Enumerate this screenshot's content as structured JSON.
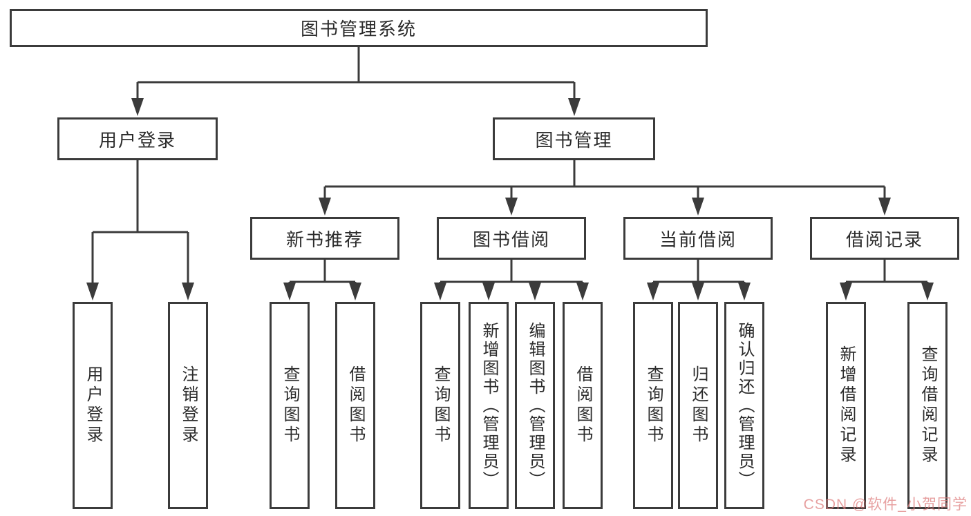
{
  "diagram": {
    "type": "hierarchy-tree",
    "colors": {
      "line": "#3b3b3b",
      "box_border": "#3b3b3b",
      "box_fill": "#ffffff",
      "text": "#2b2b2b",
      "background": "#ffffff",
      "watermark": "#de7d7d"
    },
    "nodes": {
      "root": {
        "label": "图书管理系统",
        "level": 1
      },
      "user_login": {
        "label": "用户登录",
        "level": 2
      },
      "book_mgmt": {
        "label": "图书管理",
        "level": 2
      },
      "new_books": {
        "label": "新书推荐",
        "level": 3
      },
      "book_borrow": {
        "label": "图书借阅",
        "level": 3
      },
      "current_borrow": {
        "label": "当前借阅",
        "level": 3
      },
      "borrow_records": {
        "label": "借阅记录",
        "level": 3
      },
      "login": {
        "label": "用户登录",
        "level": 4
      },
      "logout": {
        "label": "注销登录",
        "level": 4
      },
      "nb_query": {
        "label": "查询图书",
        "level": 4
      },
      "nb_borrow": {
        "label": "借阅图书",
        "level": 4
      },
      "bb_query": {
        "label": "查询图书",
        "level": 4
      },
      "bb_add": {
        "label": "新增图书（管理员）",
        "level": 4
      },
      "bb_edit": {
        "label": "编辑图书（管理员）",
        "level": 4
      },
      "bb_borrow": {
        "label": "借阅图书",
        "level": 4
      },
      "cb_query": {
        "label": "查询图书",
        "level": 4
      },
      "cb_return": {
        "label": "归还图书",
        "level": 4
      },
      "cb_confirm": {
        "label": "确认归还（管理员）",
        "level": 4
      },
      "br_add": {
        "label": "新增借阅记录",
        "level": 4
      },
      "br_query": {
        "label": "查询借阅记录",
        "level": 4
      }
    },
    "edges": [
      [
        "root",
        "user_login"
      ],
      [
        "root",
        "book_mgmt"
      ],
      [
        "user_login",
        "login"
      ],
      [
        "user_login",
        "logout"
      ],
      [
        "book_mgmt",
        "new_books"
      ],
      [
        "book_mgmt",
        "book_borrow"
      ],
      [
        "book_mgmt",
        "current_borrow"
      ],
      [
        "book_mgmt",
        "borrow_records"
      ],
      [
        "new_books",
        "nb_query"
      ],
      [
        "new_books",
        "nb_borrow"
      ],
      [
        "book_borrow",
        "bb_query"
      ],
      [
        "book_borrow",
        "bb_add"
      ],
      [
        "book_borrow",
        "bb_edit"
      ],
      [
        "book_borrow",
        "bb_borrow"
      ],
      [
        "current_borrow",
        "cb_query"
      ],
      [
        "current_borrow",
        "cb_return"
      ],
      [
        "current_borrow",
        "cb_confirm"
      ],
      [
        "borrow_records",
        "br_add"
      ],
      [
        "borrow_records",
        "br_query"
      ]
    ]
  },
  "watermark": {
    "text": "CSDN @软件_小贺同学"
  }
}
